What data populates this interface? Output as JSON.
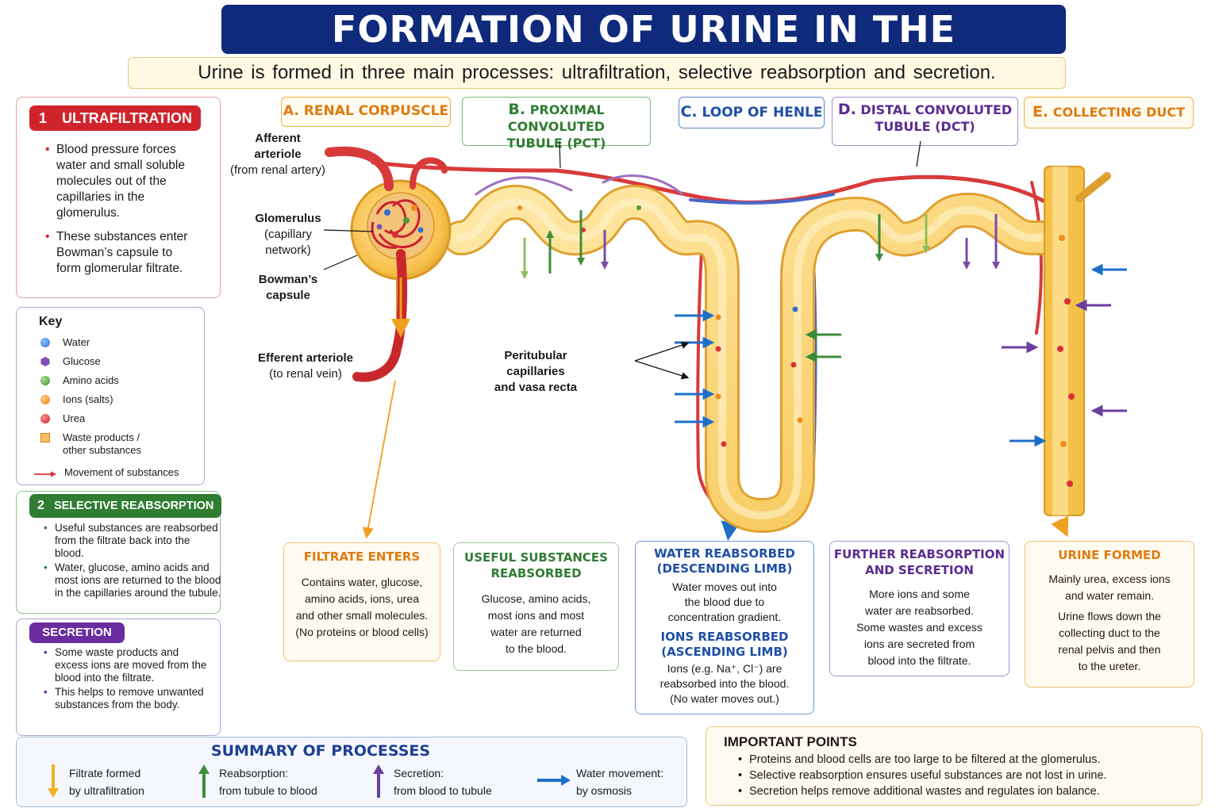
{
  "title": "FORMATION OF URINE IN THE NEPHRON",
  "subtitle": "Urine is formed in three main processes: ultrafiltration, selective reabsorption and secretion.",
  "ultrafiltration": {
    "num": "1",
    "heading": "ULTRAFILTRATION",
    "points": [
      "Blood pressure forces water and small soluble molecules out of the capillaries in the glomerulus.",
      "These substances enter Bowman’s capsule to form glomerular filtrate."
    ]
  },
  "key": {
    "heading": "Key",
    "items": [
      {
        "label": "Water",
        "color": "#2f6fd0",
        "icon": "water-dot"
      },
      {
        "label": "Glucose",
        "color": "#7e4fb8",
        "icon": "glucose-hexagon"
      },
      {
        "label": "Amino acids",
        "color": "#4a9a3a",
        "icon": "amino-acid-dot"
      },
      {
        "label": "Ions (salts)",
        "color": "#f08a1c",
        "icon": "ion-dot"
      },
      {
        "label": "Urea",
        "color": "#d8303a",
        "icon": "urea-dot"
      },
      {
        "label": "Waste products / other substances",
        "color": "#f0a030",
        "icon": "waste-square"
      },
      {
        "label": "Movement of substances",
        "color": "#e03030",
        "icon": "movement-arrow"
      }
    ]
  },
  "reabsorption": {
    "num": "2",
    "heading": "SELECTIVE REABSORPTION",
    "points": [
      "Useful substances are reabsorbed from the filtrate back into the blood.",
      "Water, glucose, amino acids and most ions are returned to the blood in the capillaries around the tubule."
    ]
  },
  "secretion": {
    "heading": "SECRETION",
    "points": [
      "Some waste products and excess ions are moved from the blood into the filtrate.",
      "This helps to remove unwanted substances from the body."
    ]
  },
  "stages": {
    "a": {
      "letter": "A.",
      "text": "RENAL CORPUSCLE"
    },
    "b": {
      "letter": "B.",
      "line1": "PROXIMAL CONVOLUTED",
      "line2": "TUBULE (PCT)"
    },
    "c": {
      "letter": "C.",
      "text": "LOOP OF HENLE"
    },
    "d": {
      "letter": "D.",
      "line1": "DISTAL CONVOLUTED",
      "line2": "TUBULE (DCT)"
    },
    "e": {
      "letter": "E.",
      "text": "COLLECTING DUCT"
    }
  },
  "labels": {
    "afferent_1": "Afferent",
    "afferent_2": "arteriole",
    "afferent_3": "(from renal artery)",
    "glomerulus_1": "Glomerulus",
    "glomerulus_2": "(capillary",
    "glomerulus_3": "network)",
    "bowman_1": "Bowman’s",
    "bowman_2": "capsule",
    "efferent_1": "Efferent arteriole",
    "efferent_2": "(to renal vein)",
    "peritubular_1": "Peritubular",
    "peritubular_2": "capillaries",
    "peritubular_3": "and vasa recta"
  },
  "info": {
    "filtrate": {
      "heading": "FILTRATE ENTERS",
      "lines": [
        "Contains water, glucose,",
        "amino acids, ions, urea",
        "and other small molecules.",
        "(No proteins or blood cells)"
      ]
    },
    "useful": {
      "heading1": "USEFUL SUBSTANCES",
      "heading2": "REABSORBED",
      "lines": [
        "Glucose, amino acids,",
        "most ions and most",
        "water are returned",
        "to the blood."
      ]
    },
    "water": {
      "heading1": "WATER REABSORBED",
      "heading2": "(DESCENDING LIMB)",
      "lines": [
        "Water moves out into",
        "the blood due to",
        "concentration gradient."
      ],
      "heading3": "IONS REABSORBED",
      "heading4": "(ASCENDING LIMB)",
      "lines2": [
        "Ions (e.g. Na⁺, Cl⁻) are",
        "reabsorbed into the blood.",
        "(No water moves out.)"
      ]
    },
    "further": {
      "heading1": "FURTHER REABSORPTION",
      "heading2": "AND SECRETION",
      "lines": [
        "More ions and some",
        "water are reabsorbed.",
        "Some wastes and excess",
        "ions are secreted from",
        "blood into the filtrate."
      ]
    },
    "urine": {
      "heading": "URINE FORMED",
      "lines": [
        "Mainly urea, excess ions",
        "and water remain.",
        "Urine flows down the",
        "collecting duct to the",
        "renal pelvis and then",
        "to the ureter."
      ]
    }
  },
  "summary": {
    "heading": "SUMMARY OF PROCESSES",
    "items": [
      {
        "line1": "Filtrate formed",
        "line2": "by ultrafiltration",
        "color": "#f0b020"
      },
      {
        "line1": "Reabsorption:",
        "line2": "from tubule to blood",
        "color": "#3d8c3a"
      },
      {
        "line1": "Secretion:",
        "line2": "from blood to tubule",
        "color": "#6a3fa0"
      },
      {
        "line1": "Water movement:",
        "line2": "by osmosis",
        "color": "#1f6fc8"
      }
    ]
  },
  "important": {
    "heading": "IMPORTANT POINTS",
    "points": [
      "Proteins and blood cells are too large to be filtered at the glomerulus.",
      "Selective reabsorption ensures useful substances are not lost in urine.",
      "Secretion helps remove additional wastes and regulates ion balance."
    ]
  }
}
